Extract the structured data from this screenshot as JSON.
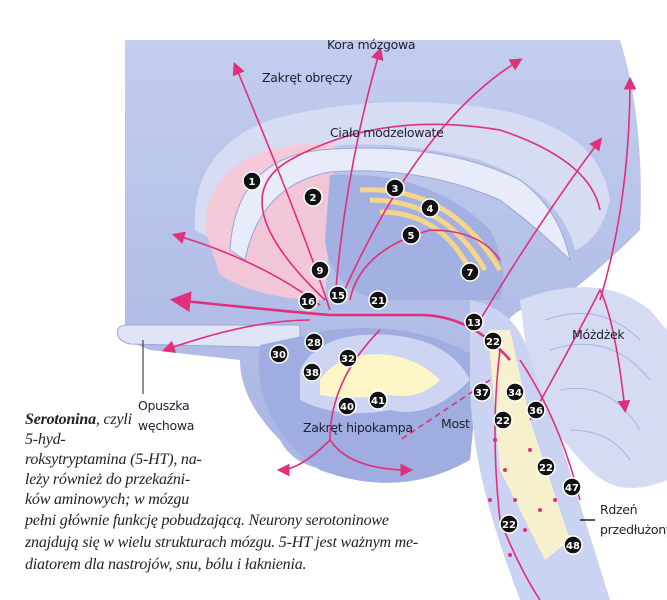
{
  "labels": {
    "cortex": "Kora mózgowa",
    "cingulate": "Zakręt obręczy",
    "corpus_callosum": "Ciało modzelowate",
    "cerebellum": "Móżdżek",
    "olfactory_bulb": "Opuszka\nwęchowa",
    "hippocampal_gyrus": "Zakręt hipokampa",
    "pons": "Most",
    "medulla": "Rdzeń\nprzedłużony"
  },
  "caption": {
    "term": "Serotonina",
    "text_1": ", czyli 5-hyd-",
    "text_2": "roksytryptamina (5-HT), na-",
    "text_3": "leży również do przekaźni-",
    "text_4": "ków aminowych; w mózgu",
    "text_5": "pełni głównie funkcję pobudzającą. Neurony serotoninowe",
    "text_6": "znajdują się w wielu strukturach mózgu. 5-HT jest ważnym me-",
    "text_7": "diatorem dla nastrojów, snu, bólu i łaknienia."
  },
  "markers": [
    "1",
    "2",
    "3",
    "4",
    "5",
    "7",
    "9",
    "16",
    "15",
    "21",
    "13",
    "22",
    "28",
    "30",
    "32",
    "38",
    "37",
    "34",
    "36",
    "22",
    "40",
    "41",
    "22",
    "47",
    "22",
    "48"
  ],
  "colors": {
    "pathway": "#e0307a",
    "brain": "#b9c4ea",
    "nucleus": "#fff6c8",
    "marker": "#111111",
    "region_pink": "#f7c6d6"
  }
}
